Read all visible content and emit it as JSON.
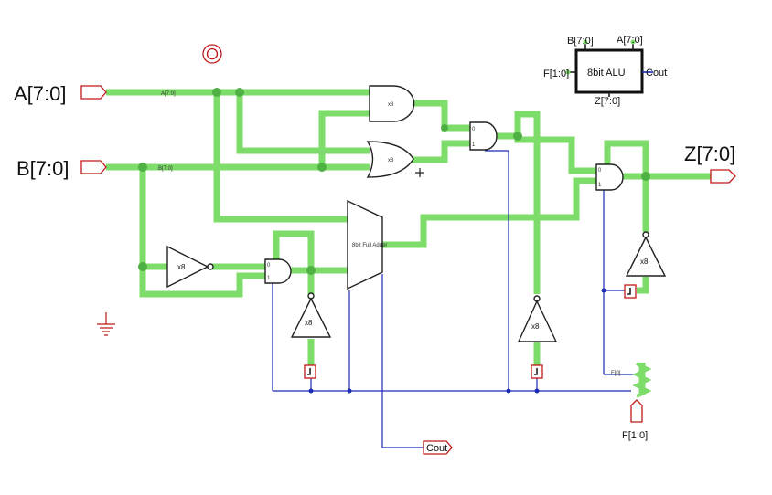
{
  "inputs": {
    "a_label": "A[7:0]",
    "b_label": "B[7:0]",
    "a_net": "A[7:0]",
    "b_net": "B[7:0]"
  },
  "outputs": {
    "z_label": "Z[7:0]",
    "f_label": "F[1:0]",
    "f_net": "F[0]",
    "cout_label": "Cout"
  },
  "gates": {
    "and_width": "x8",
    "or_width": "x8",
    "not_a_width": "x8",
    "not_b_width": "x8",
    "not_c_width": "x8",
    "not_d_width": "x8",
    "adder_label": "8bit Full Adder",
    "mux_sel0": "0",
    "mux_sel1": "1"
  },
  "symbol": {
    "title": "8bit ALU",
    "pin_b": "B[7:0]",
    "pin_a": "A[7:0]",
    "pin_f": "F[1:0]",
    "pin_cout": "Cout",
    "pin_z": "Z[7:0]"
  },
  "colors": {
    "bus": "#7ddc6a",
    "wire": "#1c2ab5",
    "pin": "#c01818"
  }
}
